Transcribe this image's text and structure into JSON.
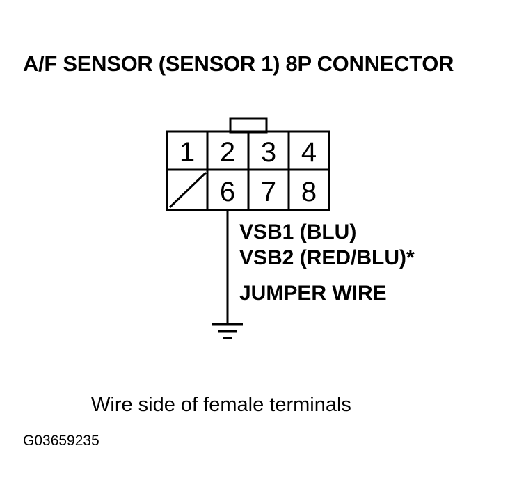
{
  "title": "A/F SENSOR (SENSOR 1) 8P CONNECTOR",
  "connector": {
    "top_row": [
      "1",
      "2",
      "3",
      "4"
    ],
    "bottom_row": [
      "",
      "6",
      "7",
      "8"
    ]
  },
  "wire": {
    "label_line1": "VSB1 (BLU)",
    "label_line2": "VSB2 (RED/BLU)*",
    "jumper_label": "JUMPER WIRE"
  },
  "caption": "Wire side of female terminals",
  "figure_code": "G03659235"
}
